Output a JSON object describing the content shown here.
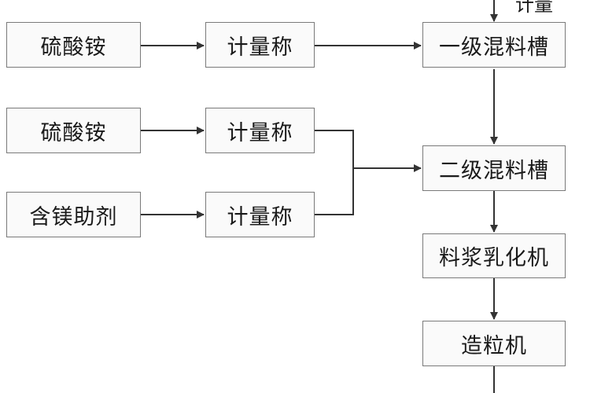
{
  "nodes": {
    "raw_1": "硫酸铵",
    "raw_2": "硫酸铵",
    "raw_3": "含镁助剂",
    "scale_1": "计量称",
    "scale_2": "计量称",
    "scale_3": "计量称",
    "mix_1": "一级混料槽",
    "mix_2": "二级混料槽",
    "emulsifier": "料浆乳化机",
    "granulator": "造粒机"
  },
  "top_input_label": "计量",
  "colors": {
    "line": "#333333",
    "box_border": "#7a7a7a",
    "box_fill": "#fafafa"
  }
}
